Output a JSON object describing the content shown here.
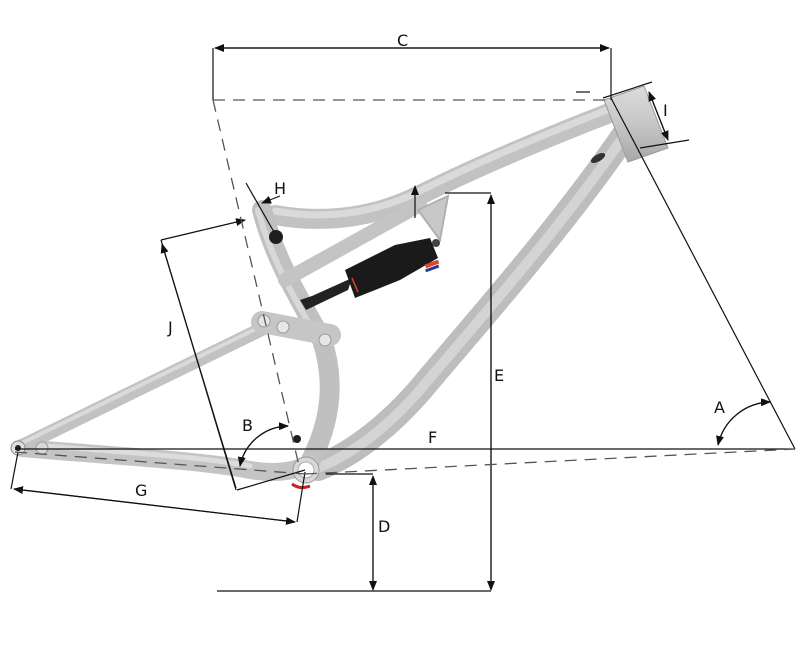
{
  "diagram": {
    "type": "bicycle-frame-geometry",
    "labels": {
      "A": "A",
      "B": "B",
      "C": "C",
      "D": "D",
      "E": "E",
      "F": "F",
      "G": "G",
      "H": "H",
      "I": "I",
      "J": "J"
    },
    "colors": {
      "frame": "#c8c8c8",
      "frame_shade": "#a9a9a9",
      "shock": "#1a1a1a",
      "shock_accent_red": "#e0442a",
      "shock_accent_blue": "#2a3a8a",
      "dimension_line": "#111111",
      "dashed_line": "#555555",
      "bb_marker": "#cc1f1f"
    }
  }
}
